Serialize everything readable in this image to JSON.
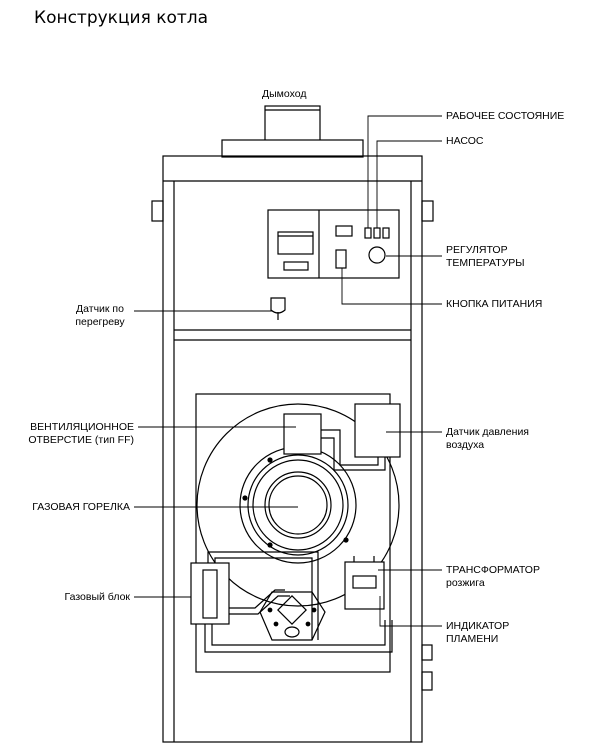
{
  "title": "Конструкция котла",
  "labels": {
    "chimney": "Дымоход",
    "operating_state": "РАБОЧЕЕ СОСТОЯНИЕ",
    "pump": "НАСОС",
    "temp_regulator_1": "РЕГУЛЯТОР",
    "temp_regulator_2": "ТЕМПЕРАТУРЫ",
    "power_button": "КНОПКА ПИТАНИЯ",
    "overheat_sensor_1": "Датчик по",
    "overheat_sensor_2": "перегреву",
    "vent_1": "ВЕНТИЛЯЦИОННОЕ",
    "vent_2": "ОТВЕРСТИЕ (тип FF)",
    "air_pressure_1": "Датчик давления",
    "air_pressure_2": "воздуха",
    "gas_burner": "ГАЗОВАЯ ГОРЕЛКА",
    "ignition_transformer_1": "ТРАНСФОРМАТОР",
    "ignition_transformer_2": "розжига",
    "gas_block": "Газовый блок",
    "flame_indicator_1": "ИНДИКАТОР",
    "flame_indicator_2": "ПЛАМЕНИ"
  },
  "colors": {
    "line": "#000000",
    "background": "#ffffff"
  }
}
